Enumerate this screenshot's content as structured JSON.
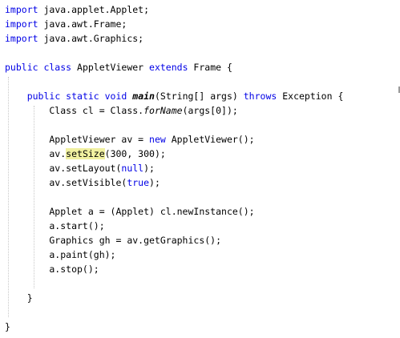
{
  "code": {
    "imports": [
      {
        "kw": "import",
        "rest": " java.applet.Applet;"
      },
      {
        "kw": "import",
        "rest": " java.awt.Frame;"
      },
      {
        "kw": "import",
        "rest": " java.awt.Graphics;"
      }
    ],
    "class_decl": {
      "kw1": "public class",
      "name": " AppletViewer ",
      "kw2": "extends",
      "rest": " Frame {"
    },
    "method_decl": {
      "indent": "    ",
      "kw1": "public static void",
      "space": " ",
      "name": "main",
      "params": "(String[] args) ",
      "kw2": "throws",
      "rest": " Exception {"
    },
    "line_class": {
      "pre": "        Class cl = Class.",
      "call": "forName",
      "post": "(args[0]);"
    },
    "line_new": {
      "pre": "        AppletViewer av = ",
      "kw": "new",
      "post": " AppletViewer();"
    },
    "line_setsize": {
      "pre": "        av.",
      "hl": "setSize",
      "post": "(300, 300);"
    },
    "line_setlayout": {
      "pre": "        av.setLayout(",
      "kw": "null",
      "post": ");"
    },
    "line_setvisible": {
      "pre": "        av.setVisible(",
      "kw": "true",
      "post": ");"
    },
    "line_applet": "        Applet a = (Applet) cl.newInstance();",
    "line_start": "        a.start();",
    "line_graphics": "        Graphics gh = av.getGraphics();",
    "line_paint": "        a.paint(gh);",
    "line_stop": "        a.stop();",
    "close_method": "    }",
    "close_class": "}"
  }
}
